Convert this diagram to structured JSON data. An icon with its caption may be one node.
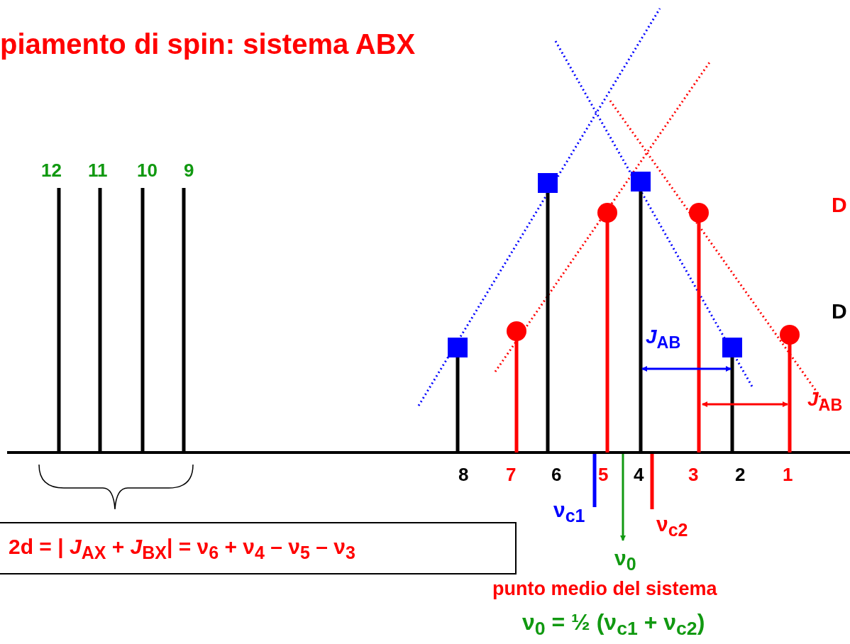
{
  "diagram": {
    "title": "piamento di spin: sistema ABX",
    "nodes": [
      {
        "text": [
          "2d = | *J*$_{AX}$ + *J*$_{BX}$| = ν$_{6}$ + ν$_{4}$ – ν$_{5}$ – ν$_{3}$"
        ]
      }
    ],
    "labels": [
      "12",
      "11",
      "10",
      "9",
      "D",
      "*J*$_{AB}$",
      "D",
      "*J*$_{AB}$",
      "8",
      "7",
      "6",
      "5",
      "4",
      "3",
      "2",
      "1",
      "ν$_{c1}$",
      "ν$_{c2}$",
      "ν$_{0}$",
      "punto medio del sistema",
      "ν$_{0}$ = ½ (ν$_{c1}$ + ν$_{c2}$)"
    ]
  }
}
